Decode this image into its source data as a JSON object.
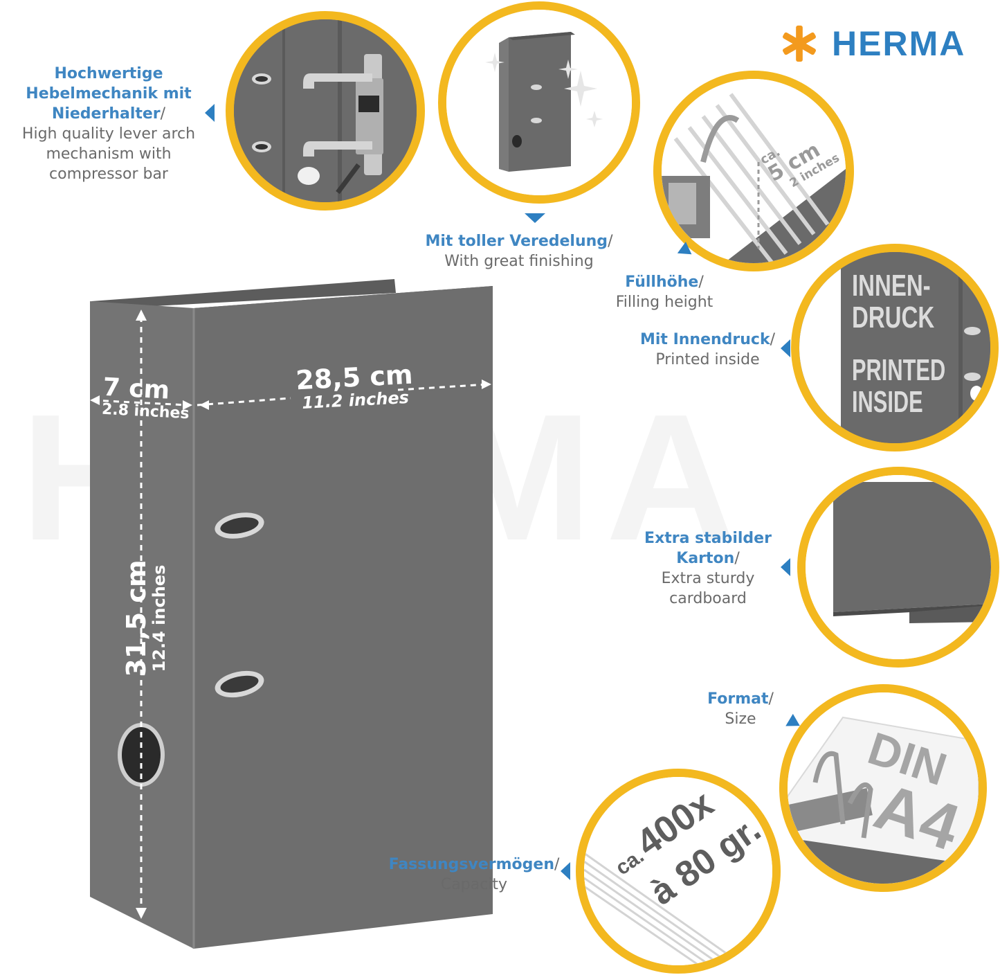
{
  "brand": {
    "name": "HERMA",
    "color": "#2d7fc1",
    "accent": "#f3b81f"
  },
  "watermark": "HERMA",
  "dimensions": {
    "width": {
      "value": "7 cm",
      "sub": "2.8 inches"
    },
    "depth": {
      "value": "28,5 cm",
      "sub": "11.2 inches"
    },
    "height": {
      "value": "31,5 cm",
      "sub": "12.4 inches"
    }
  },
  "features": {
    "mechanism": {
      "de": [
        "Hochwertige",
        "Hebelmechanik mit",
        "Niederhalter"
      ],
      "en": [
        "High quality lever arch",
        "mechanism with",
        "compressor bar"
      ]
    },
    "finishing": {
      "de": "Mit toller Veredelung",
      "en": "With great finishing"
    },
    "filling": {
      "de": "Füllhöhe",
      "en": "Filling height",
      "badge_prefix": "ca.",
      "badge_value": "5 cm",
      "badge_sub": "2 inches"
    },
    "printed": {
      "de": "Mit Innendruck",
      "en": "Printed inside",
      "badge_line1": "INNEN-",
      "badge_line2": "DRUCK",
      "badge_line3": "PRINTED",
      "badge_line4": "INSIDE"
    },
    "cardboard": {
      "de": [
        "Extra stabilder",
        "Karton"
      ],
      "en": [
        "Extra sturdy",
        "cardboard"
      ]
    },
    "format": {
      "de": "Format",
      "en": "Size",
      "badge_line1": "DIN",
      "badge_line2": "A4"
    },
    "capacity": {
      "de": "Fassungsvermögen",
      "en": "Capacity",
      "badge_prefix": "ca.",
      "badge_line1": "400x",
      "badge_line2": "à 80 gr."
    }
  },
  "colors": {
    "binder": "#6f6f6f",
    "binder_dark": "#5a5a5a",
    "label_de": "#3f86c2",
    "label_en": "#6a6a6a"
  },
  "icons": {
    "logo": "asterisk-star-icon",
    "arrows": "triangle-pointer-icon"
  }
}
